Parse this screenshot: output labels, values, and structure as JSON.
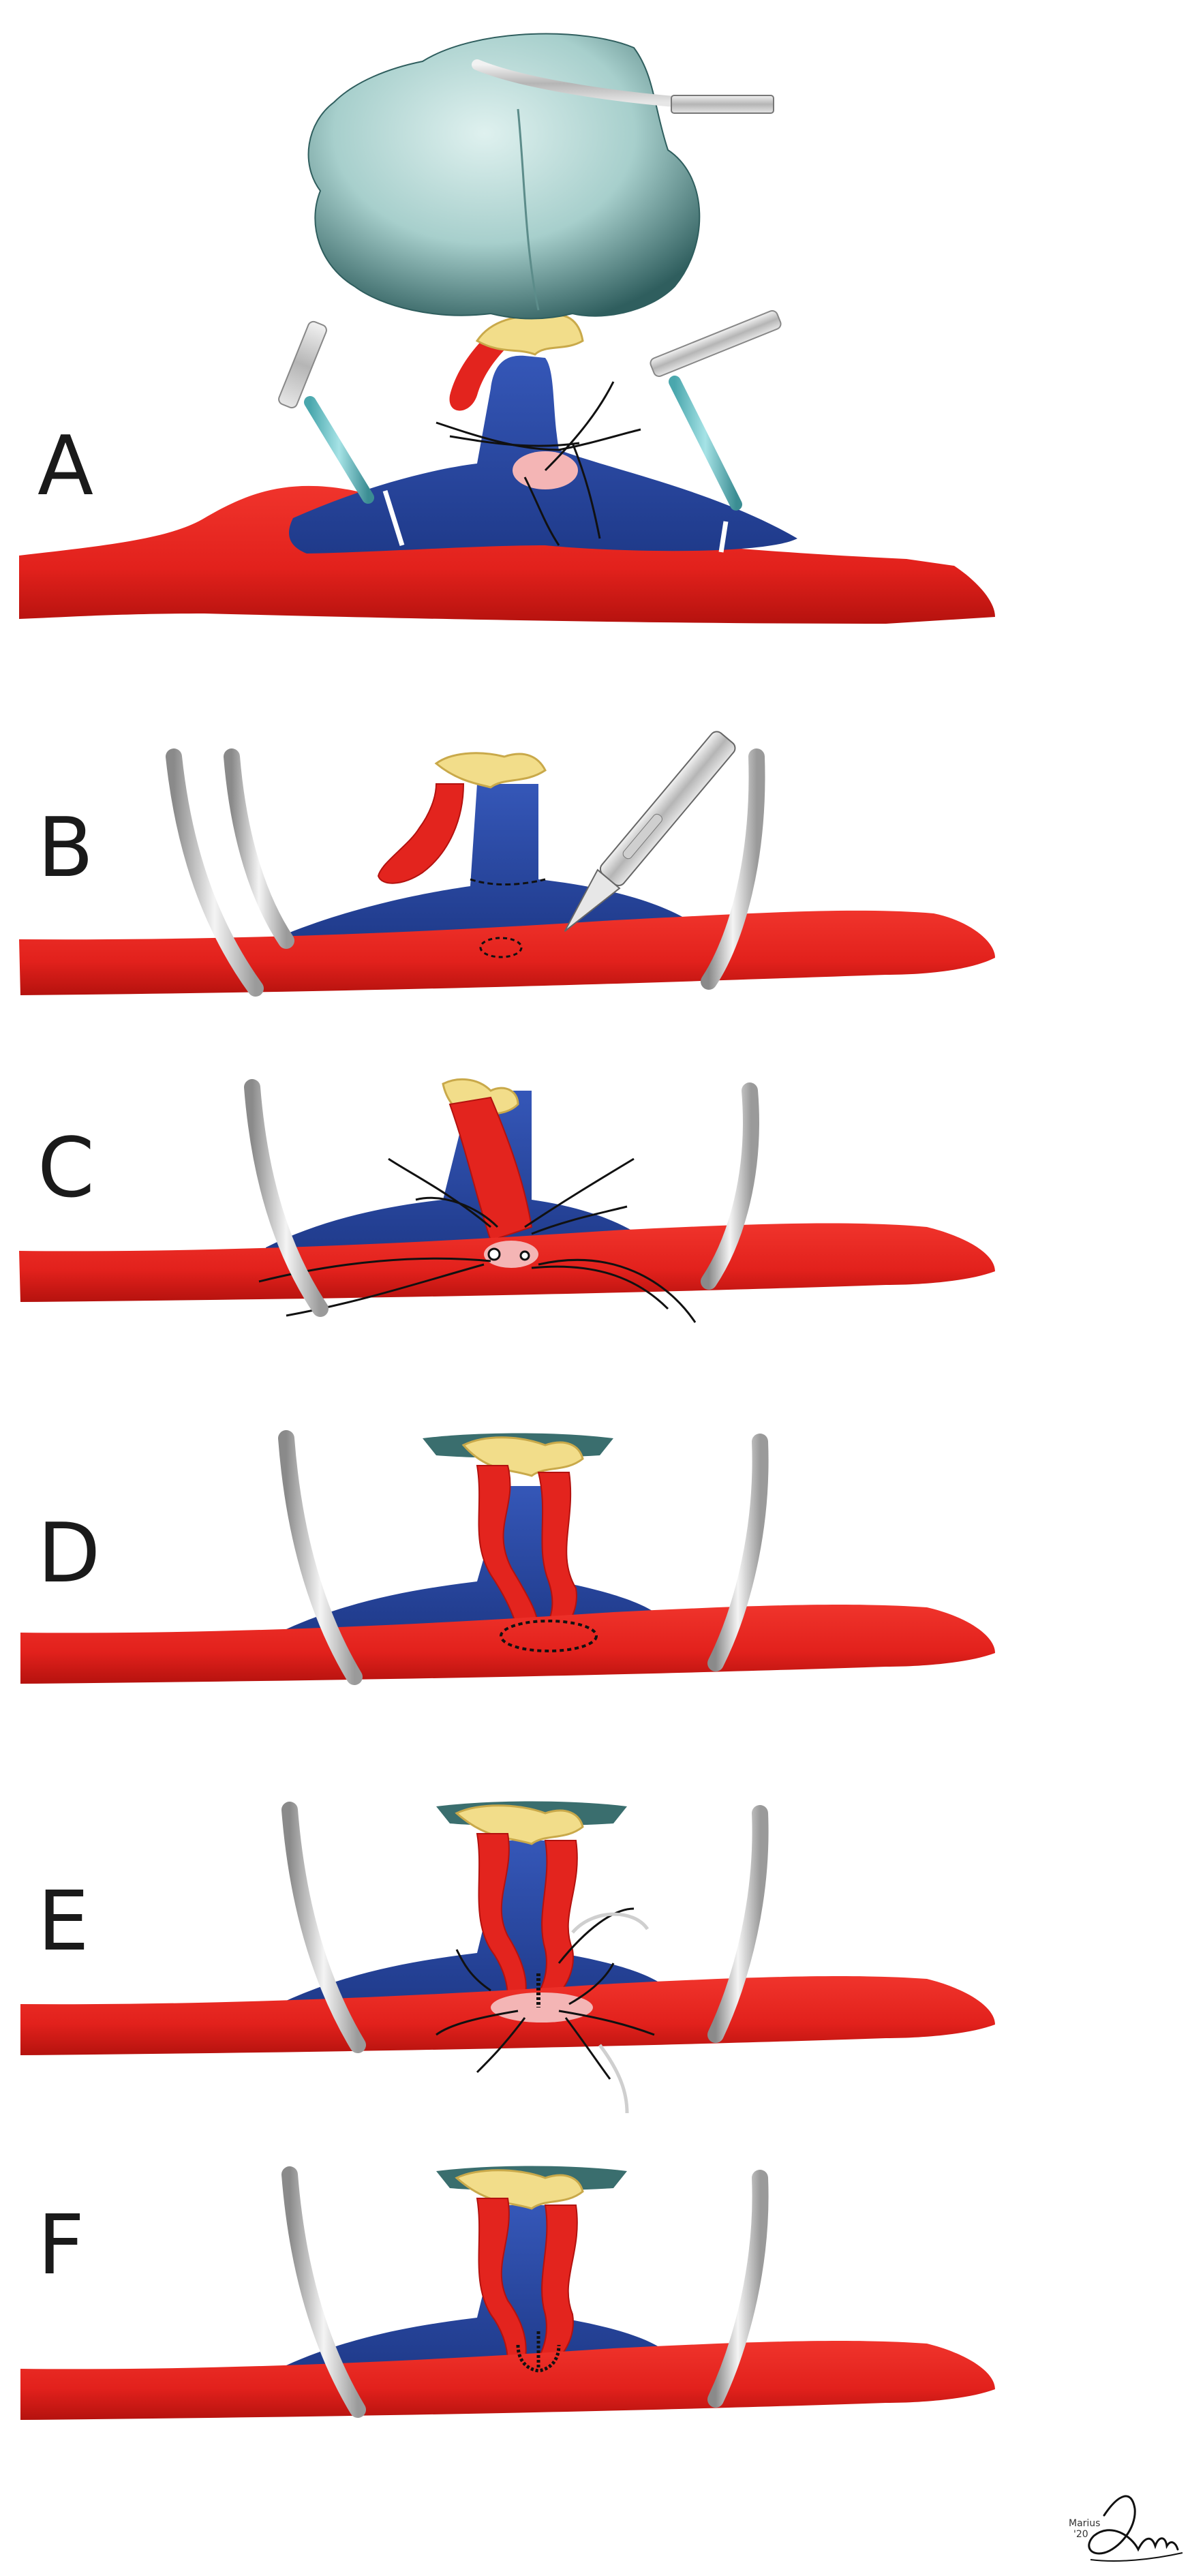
{
  "figure": {
    "panels": [
      {
        "id": "A",
        "label": "A"
      },
      {
        "id": "B",
        "label": "B"
      },
      {
        "id": "C",
        "label": "C"
      },
      {
        "id": "D",
        "label": "D"
      },
      {
        "id": "E",
        "label": "E"
      },
      {
        "id": "F",
        "label": "F"
      }
    ],
    "signature": {
      "line1": "Marius",
      "line2": "'20"
    }
  },
  "colors": {
    "artery": "#e8231f",
    "artery_dark": "#b3120f",
    "vein": "#2b4fae",
    "vein_dark": "#1f3a8a",
    "kidney": "#a9d4d2",
    "kidney_dark": "#3a6e6e",
    "fat": "#f2dd8a",
    "retractor": "#cfcfcf",
    "suture": "#111111",
    "clamp_handle": "#6ec6cb",
    "orifice": "#f4b5b5"
  }
}
